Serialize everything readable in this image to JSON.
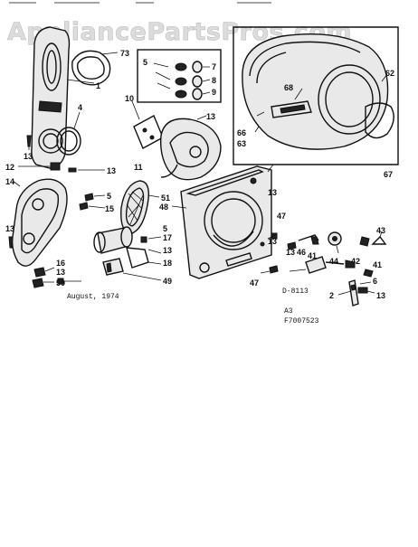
{
  "watermark": "AppliancePartsPros.com",
  "callouts": {
    "c73": "73",
    "c1": "1",
    "c4": "4",
    "c13a": "13",
    "c5a": "5",
    "c7": "7",
    "c8": "8",
    "c9": "9",
    "c10": "10",
    "c13b": "13",
    "c11": "11",
    "c13c": "13",
    "c12": "12",
    "c14": "14",
    "c5b": "5",
    "c15": "15",
    "c51": "51",
    "c48": "48",
    "c13d": "13",
    "c47a": "47",
    "c13e": "13",
    "c5c": "5",
    "c17": "17",
    "c13f": "13",
    "c18": "18",
    "c49": "49",
    "c16": "16",
    "c13g": "13",
    "c50": "50",
    "c13h": "13",
    "c62": "62",
    "c68": "68",
    "c66": "66",
    "c63": "63",
    "c67": "67",
    "c46": "46",
    "c41a": "41",
    "c44": "44",
    "c43": "43",
    "c42": "42",
    "c41b": "41",
    "c6": "6",
    "c2": "2",
    "c13i": "13",
    "c47b": "47",
    "c13j": "13"
  },
  "captions": {
    "date": "August, 1974",
    "code": "D-8113",
    "rev": "A3",
    "part_no": "F7007523"
  }
}
